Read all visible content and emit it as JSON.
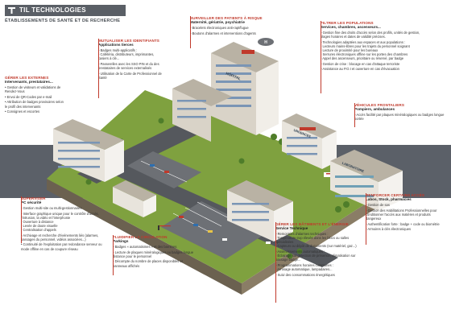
{
  "header": {
    "brand": "TIL TECHNOLOGIES",
    "subtitle": "ÉTABLISSEMENTS DE SANTÉ ET DE RECHERCHE"
  },
  "callouts": [
    {
      "id": "patients",
      "title": "SURVEILLER DES PATIENTS À RISQUE",
      "subtitle": "Maternité, gériatrie, psychiatrie",
      "items": [
        "• Bracelets électroniques anti-rapt/fugue",
        "• Boutons d'alarmes et interventions d'agents"
      ]
    },
    {
      "id": "populations",
      "title": "FILTRER LES POPULATIONS",
      "subtitle": "Services, chambres, ascenseurs...",
      "items": [
        "• Gestion fine des droits d'accès selon des profils, unités de gestion, plages horaires et dates de validité précises.",
        "• Technologies adaptées aux espaces et aux populations :",
        "- Lecteurs mains-libres pour les trajets du personnel soignant",
        "- Lecture de proximité pour les bureaux",
        "- Serrures électroniques offline sur les portes des chambres",
        "- Appel des ascenseurs, prioritaire ou réservé, par badge",
        "• Gestion de crise : blocage en cas d'attaque terroriste",
        "• Assistance au P.O.I et ouverture en cas d'évacuation"
      ]
    },
    {
      "id": "identifiants",
      "title": "MUTUALISER LES IDENTIFIANTS",
      "subtitle": "Applications tierces",
      "items": [
        "• Badges multi-applicatifs :",
        "- Cafétéria, distributeurs, imprimantes, casiers à clé...",
        "• Passerelles avec les SSO PIN et du des prestataires de services externalisés",
        "• Utilisation de la Carte de Professionnel de Santé"
      ]
    },
    {
      "id": "externes",
      "title": "GÉRER LES EXTERNES",
      "subtitle": "Intervenants, prestataires...",
      "items": [
        "• Gestion de visiteurs et validations de Rendez-Vous",
        "• Envoi de QR-Codes par e-mail",
        "• Attribution de badges provisoires selon le profil des intervenants",
        "• Consignes et escortes"
      ]
    },
    {
      "id": "frontieres",
      "title": "VÉHICULES FRONTALIERS",
      "subtitle": "Pompiers, ambulances",
      "items": [
        "• Accès facilité par plaques minéralogiques ou badges longue portée"
      ]
    },
    {
      "id": "superviser",
      "title": "SUPERVISER",
      "subtitle": "PC sécurité",
      "items": [
        "• Gestion multi-site ou multi-gestionnaires",
        "• Interface graphique unique pour le contrôle d'accès, l'intrusion, la vidéo et l'interphonie",
        "- Ouverture à distance",
        "- Levée de doute visuelle",
        "- Centralisation d'appels",
        "• Archivage et recherche d'événements liés (alarmes, passages du personnel, vidéos associées...)",
        "• Continuité de l'exploitation par redondance serveur ou mode offline en cas de coupure réseau"
      ]
    },
    {
      "id": "circulation",
      "title": "FLUIDIFIER LA CIRCULATION",
      "subtitle": "Parkings",
      "items": [
        "• Badges « automatismes » et des barrières",
        "• Lecture de plaques minéralogiques ou badges longue distance pour le personnel",
        "• Décompte du nombre de places disponibles et panneaux affichés"
      ]
    },
    {
      "id": "acces",
      "title": "RENFORCER CERTAINS ACCÈS",
      "subtitle": "Labos, Stock, pharmacies",
      "items": [
        "• Gestion de sas",
        "• Gestion des Habilitations Professionnelles pour conditionner l'accès aux matières et produits dangereux",
        "• Authentification forte : badge + code ou biométrie",
        "• Armoires à clés électroniques"
      ]
    },
    {
      "id": "energie",
      "title": "GÉRER LES BÂTIMENTS ET L'ÉNERGIE",
      "subtitle": "Service Technique",
      "items": [
        "• Remontées d'alarmes techniques :",
        "- Température trop élevée dans les blocs ou salles spécialisées",
        "- Capteurs ou dépôt de documents (sur matériel, gaz...)",
        "• Asservissements automatiques :",
        "- Éclairage sur détection de présence, climatisation sur passage badge...",
        "• Programmations horaires communes :",
        "- Arrosage automatique, lampadaires...",
        "• Suivi des consommations énergétiques"
      ]
    }
  ],
  "buildings": [
    {
      "id": "hopital",
      "sign": "HÔPITAL"
    },
    {
      "id": "urgences",
      "sign": "URGENCES"
    },
    {
      "id": "labo",
      "sign": "LABORATOIRE"
    }
  ],
  "colors": {
    "accent": "#c0392b",
    "band": "#5b6068",
    "grass": "#7fa13f",
    "road": "#55585d",
    "building": "#e8e4dc",
    "roof": "#b9b2a4"
  }
}
